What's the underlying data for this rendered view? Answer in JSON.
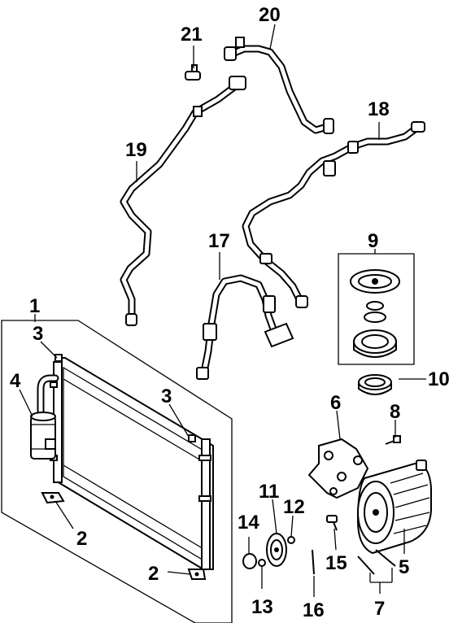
{
  "diagram": {
    "callouts": [
      {
        "id": "c1",
        "text": "1"
      },
      {
        "id": "c2a",
        "text": "2"
      },
      {
        "id": "c2b",
        "text": "2"
      },
      {
        "id": "c3a",
        "text": "3"
      },
      {
        "id": "c3b",
        "text": "3"
      },
      {
        "id": "c4",
        "text": "4"
      },
      {
        "id": "c5",
        "text": "5"
      },
      {
        "id": "c6",
        "text": "6"
      },
      {
        "id": "c7",
        "text": "7"
      },
      {
        "id": "c8",
        "text": "8"
      },
      {
        "id": "c9",
        "text": "9"
      },
      {
        "id": "c10",
        "text": "10"
      },
      {
        "id": "c11",
        "text": "11"
      },
      {
        "id": "c12",
        "text": "12"
      },
      {
        "id": "c13",
        "text": "13"
      },
      {
        "id": "c14",
        "text": "14"
      },
      {
        "id": "c15",
        "text": "15"
      },
      {
        "id": "c16",
        "text": "16"
      },
      {
        "id": "c17",
        "text": "17"
      },
      {
        "id": "c18",
        "text": "18"
      },
      {
        "id": "c19",
        "text": "19"
      },
      {
        "id": "c20",
        "text": "20"
      },
      {
        "id": "c21",
        "text": "21"
      }
    ],
    "parts": [
      {
        "name": "condenser-assembly-box"
      },
      {
        "name": "receiver-drier"
      },
      {
        "name": "condenser-core"
      },
      {
        "name": "compressor"
      },
      {
        "name": "compressor-mounting-bracket"
      },
      {
        "name": "clutch-hub-assembly"
      },
      {
        "name": "pulley"
      },
      {
        "name": "hose-discharge-17"
      },
      {
        "name": "hose-suction-18"
      },
      {
        "name": "line-19"
      },
      {
        "name": "line-20"
      }
    ],
    "colors": {
      "ink": "#000000",
      "background": "#ffffff"
    }
  }
}
